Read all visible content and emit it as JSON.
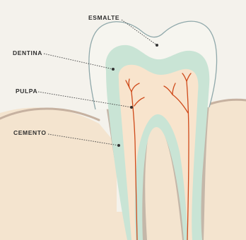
{
  "labels": {
    "enamel": "ESMALTE",
    "dentin": "DENTINA",
    "pulp": "PULPA",
    "cementum": "CEMENTO"
  },
  "colors": {
    "background": "#f4f2ec",
    "gum": "#f4e4cf",
    "bone_gum_edge": "#c6b1a0",
    "enamel_outline": "#8fa8aa",
    "dentin": "#c9e4d5",
    "pulp": "#f8e4cd",
    "cementum": "#c4b7a9",
    "nerves": "#cf4a1a",
    "leader_lines": "#444444",
    "label_text": "#2f2f2f"
  }
}
